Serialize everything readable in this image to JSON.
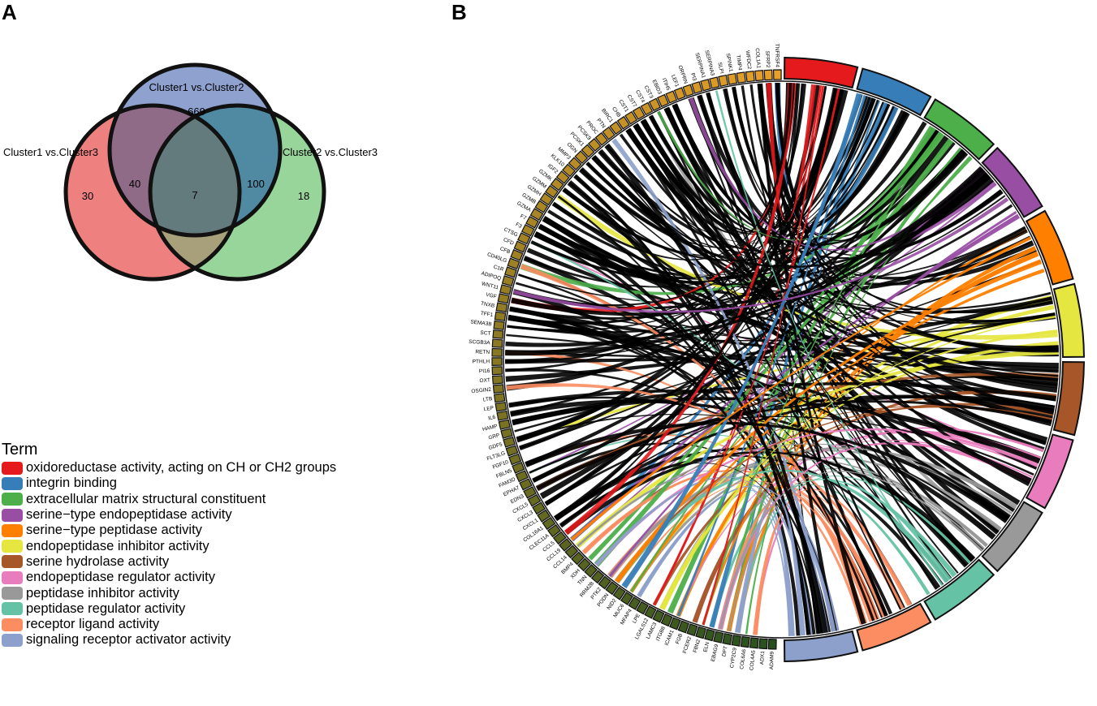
{
  "panels": {
    "a": "A",
    "b": "B"
  },
  "venn": {
    "sets": [
      {
        "label": "Cluster1 vs.Cluster2",
        "color": "#8fa1cf"
      },
      {
        "label": "Cluster1 vs.Cluster3",
        "color": "#ee8080"
      },
      {
        "label": "Cluster2 vs.Cluster3",
        "color": "#98d59a"
      }
    ],
    "regions": {
      "only_c1c2": "669",
      "only_c1c3": "30",
      "only_c2c3": "18",
      "c1c2_and_c1c3": "40",
      "c1c2_and_c2c3": "100",
      "all_three": "7"
    }
  },
  "legend": {
    "title": "Term",
    "items": [
      {
        "label": "oxidoreductase activity, acting on CH or CH2 groups",
        "color": "#e41a1c"
      },
      {
        "label": "integrin binding",
        "color": "#377eb8"
      },
      {
        "label": "extracellular matrix structural constituent",
        "color": "#4daf4a"
      },
      {
        "label": "serine−type endopeptidase activity",
        "color": "#984ea3"
      },
      {
        "label": "serine−type peptidase activity",
        "color": "#ff7f00"
      },
      {
        "label": "endopeptidase inhibitor activity",
        "color": "#e5e640"
      },
      {
        "label": "serine hydrolase activity",
        "color": "#a65628"
      },
      {
        "label": "endopeptidase regulator activity",
        "color": "#e97cbd"
      },
      {
        "label": "peptidase inhibitor activity",
        "color": "#999999"
      },
      {
        "label": "peptidase regulator activity",
        "color": "#66c2a5"
      },
      {
        "label": "receptor ligand activity",
        "color": "#fc8d62"
      },
      {
        "label": "signaling receptor activator activity",
        "color": "#8da0cb"
      }
    ]
  },
  "chord": {
    "genes": [
      "TNFRSF4",
      "SFRP2",
      "COL1A1",
      "WFDC2",
      "TIMP4",
      "SPINK1",
      "SLPI",
      "SERPINA3",
      "SERPINA1",
      "PI3",
      "ORPRN",
      "LEF1",
      "ITIH5",
      "EBID3",
      "CST3",
      "CST4",
      "CST7",
      "CST1",
      "CHB",
      "BIRC1",
      "PTN",
      "PROC",
      "PCSK9",
      "PCSK1",
      "OGN",
      "MMP3",
      "KLK10",
      "IGF2",
      "GZMK",
      "GZMM",
      "GZMH",
      "GZMB",
      "GZMA",
      "F7",
      "F3",
      "CTSG",
      "CFD",
      "CFB",
      "CD40LG",
      "C1R",
      "ADIPOQ",
      "WNT11",
      "VGF",
      "TNXB",
      "TFF1",
      "SEMA3B",
      "SCT",
      "SCGB3A",
      "RETN",
      "PTHLH",
      "PI16",
      "OXT",
      "OSGIN2",
      "LTB",
      "LEP",
      "IL6",
      "HAMP",
      "GRP",
      "GDF5",
      "FLT3LG",
      "FGF10",
      "FBLN5",
      "FAM3D",
      "EPHA7",
      "EDN3",
      "CXCL5",
      "CXCL3",
      "CXCL1",
      "COL16A1",
      "CLEC11A",
      "CCL5",
      "CCL19",
      "CCL14",
      "BMP4",
      "XDH",
      "TNN",
      "RRM2B",
      "PTK2",
      "PODN",
      "NID2",
      "MUC6",
      "MFAP4",
      "LPE",
      "LGALS12",
      "LAMC3",
      "ITGB8",
      "ICAM1",
      "FGB",
      "FCER2",
      "FBN2",
      "ELN",
      "EBAG9",
      "DPT",
      "CYP2C9",
      "COL6A6",
      "COL4A5",
      "ADX1",
      "ADAM9"
    ]
  }
}
